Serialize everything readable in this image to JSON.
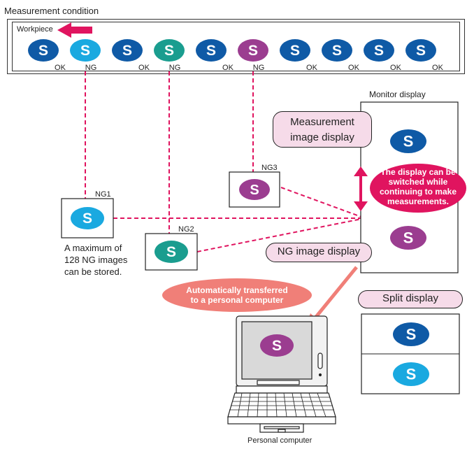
{
  "title": "Measurement condition",
  "workpiece_label": "Workpiece",
  "conveyor_items": [
    {
      "status": "OK",
      "color": "#0f5aa6"
    },
    {
      "status": "NG",
      "color": "#1aa9e0"
    },
    {
      "status": "OK",
      "color": "#0f5aa6"
    },
    {
      "status": "NG",
      "color": "#1a9d8f"
    },
    {
      "status": "OK",
      "color": "#0f5aa6"
    },
    {
      "status": "NG",
      "color": "#9b3d90"
    },
    {
      "status": "OK",
      "color": "#0f5aa6"
    },
    {
      "status": "OK",
      "color": "#0f5aa6"
    },
    {
      "status": "OK",
      "color": "#0f5aa6"
    },
    {
      "status": "OK",
      "color": "#0f5aa6"
    }
  ],
  "logo_letter": "S",
  "ng_images": [
    {
      "label": "NG1",
      "color": "#1aa9e0"
    },
    {
      "label": "NG2",
      "color": "#1a9d8f"
    },
    {
      "label": "NG3",
      "color": "#9b3d90"
    }
  ],
  "storage_note": [
    "A maximum of",
    "128 NG images",
    "can be stored."
  ],
  "monitor": {
    "title": "Monitor display",
    "measurement_label": [
      "Measurement",
      "image display"
    ],
    "switch_note": [
      "The display can be",
      "switched while",
      "continuing to make",
      "measurements."
    ],
    "ng_label": "NG image display"
  },
  "transfer_note": [
    "Automatically transferred",
    "to a personal computer"
  ],
  "split": {
    "label": "Split display",
    "top_color": "#0f5aa6",
    "bottom_color": "#1aa9e0"
  },
  "pc_label": "Personal computer",
  "colors": {
    "accent_pink": "#e0145f",
    "dashed": "#e0145f",
    "blue": "#0f5aa6",
    "cyan": "#1aa9e0",
    "teal": "#1a9d8f",
    "purple": "#9b3d90"
  }
}
